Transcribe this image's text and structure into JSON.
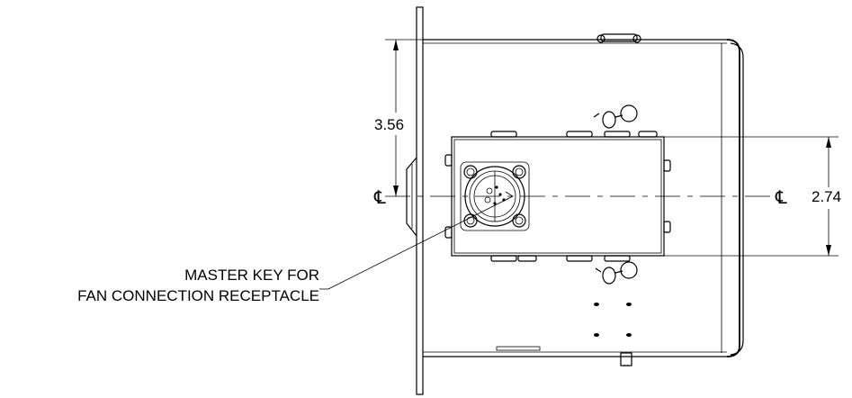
{
  "dimensions": {
    "height_from_top": "3.56",
    "box_height": "2.74"
  },
  "centerline_symbol": "℄",
  "annotation": {
    "line1": "MASTER KEY FOR",
    "line2": "FAN CONNECTION RECEPTACLE"
  }
}
